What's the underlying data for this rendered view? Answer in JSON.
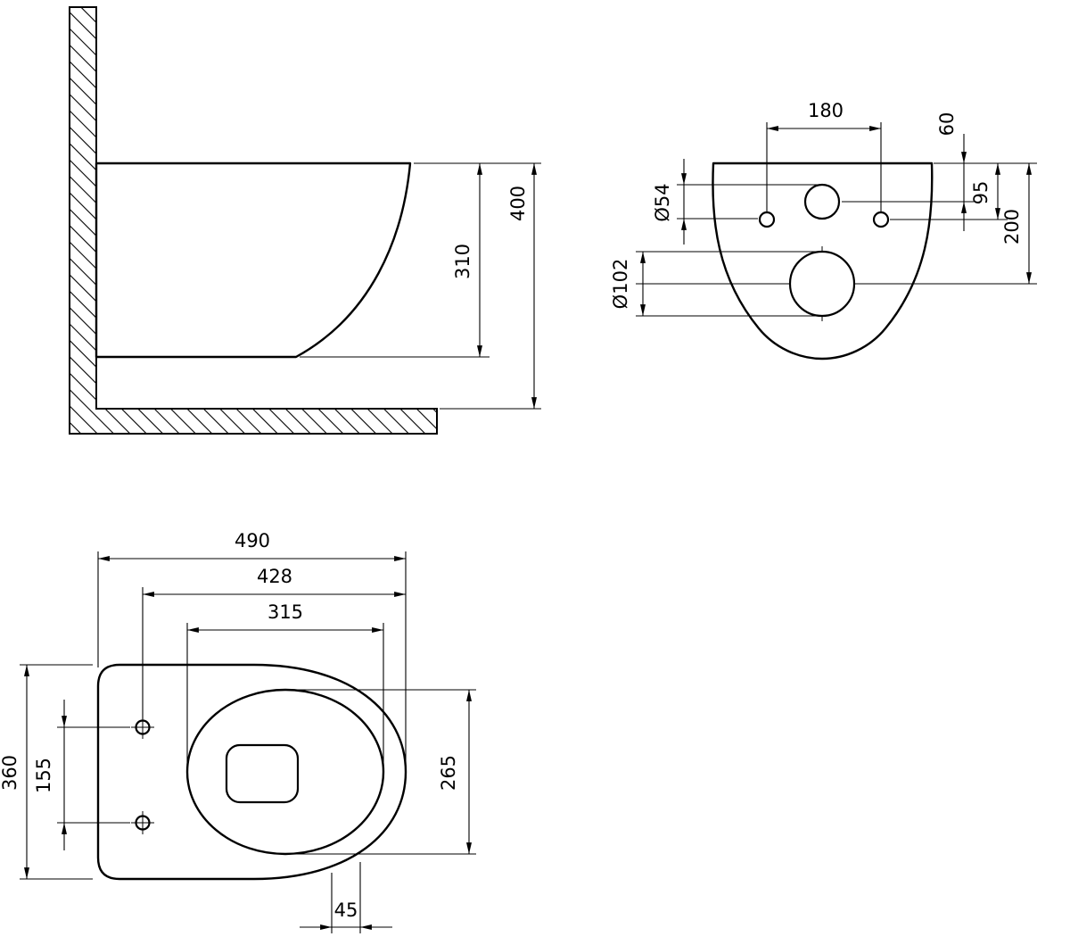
{
  "meta": {
    "title": "Wall-hung WC technical dimension drawing",
    "line_color": "#000000",
    "background": "#ffffff"
  },
  "views": {
    "side": {
      "name": "side-view",
      "dims": {
        "bowl_height": "310",
        "total_height": "400"
      }
    },
    "rear": {
      "name": "rear-view",
      "dims": {
        "bolt_spacing": "180",
        "inlet_top_offset": "60",
        "bolt_top_offset": "95",
        "outlet_top_offset": "200",
        "inlet_diameter": "Ø54",
        "outlet_diameter": "Ø102"
      }
    },
    "plan": {
      "name": "plan-view",
      "dims": {
        "total_length": "490",
        "bolt_to_front": "428",
        "bowl_opening_length": "315",
        "total_width": "360",
        "bolt_spacing": "155",
        "bowl_opening_width": "265",
        "front_offset": "45"
      }
    }
  }
}
